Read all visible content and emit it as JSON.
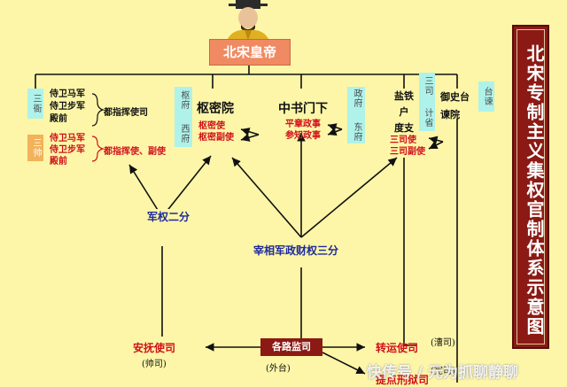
{
  "emperor": "北宋皇帝",
  "title": "北宋专制主义集权官制体系示意图",
  "left_group": {
    "sanya_label": "三衙",
    "guards": [
      "侍卫马军",
      "侍卫步军",
      "殿前"
    ],
    "guards_bracket": "都指挥使司",
    "sanshuai_label": "三帅",
    "red_items": [
      "侍卫马军",
      "侍卫步军",
      "殿前"
    ],
    "red_bracket": "都指挥使、副使"
  },
  "shumi": {
    "side_label_1": "枢府",
    "side_label_2": "西府",
    "name": "枢密院",
    "officers": [
      "枢密使",
      "枢密副使"
    ]
  },
  "zhongshu": {
    "name": "中书门下",
    "officers": [
      "平章政事",
      "参知政事"
    ],
    "side_label_1": "政府",
    "side_label_2": "东府"
  },
  "sansi": {
    "items": [
      "盐铁",
      "户",
      "度支"
    ],
    "side_label": "三司",
    "side_label_2": "计省",
    "officers": [
      "三司使",
      "三司副使"
    ]
  },
  "censor": {
    "items": [
      "御史台",
      "谏院"
    ],
    "label": "台谏"
  },
  "military_split": "军权二分",
  "power_split": "宰相军政财权三分",
  "local": {
    "circuit": "各路监司",
    "circuit_note": "(外台)",
    "anfu": "安抚使司",
    "anfu_note": "(帅司)",
    "zhuanyun": "转运使司",
    "zhuanyun_note": "(漕司)",
    "tixing_note": "(宪司)",
    "tixing_partial": "提点刑狱司"
  },
  "watermark": "快传号 / 元为抓聊静聊",
  "colors": {
    "background": "#fdf6a8",
    "emperor_box": "#ef8a63",
    "cyan_label": "#aef2ea",
    "title_panel": "#8b1a14",
    "red_text": "#d0101a",
    "blue_text": "#1c2a9c",
    "orange_label": "#f2b25a"
  }
}
